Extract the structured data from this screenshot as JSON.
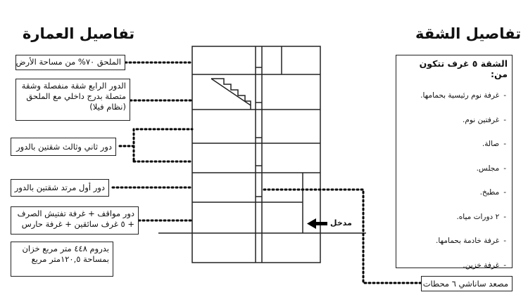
{
  "building_title": "تفاصيل العمارة",
  "apartment_title": "تفاصيل الشقة",
  "floors": [
    {
      "id": "annex",
      "label": "الملحق ٧٠% من مساحة الأرض"
    },
    {
      "id": "fourth",
      "label": "الدور الرابع شقة منفصلة وشقة متصلة بدرج داخلي مع الملحق (نظام فيلا)"
    },
    {
      "id": "second-third",
      "label": "دور ثاني وثالث شقتين بالدور"
    },
    {
      "id": "first",
      "label": "دور أول مرتد شقتين بالدور"
    },
    {
      "id": "ground",
      "label": "دور مواقف + غرفة تفتيش الصرف + ٥ غرف سائقين + غرفة حارس"
    },
    {
      "id": "basement",
      "label": "بدروم ٤٤٨ متر مربع خزان بمساحة ١٢٠,٥متر مربع"
    }
  ],
  "apartment": {
    "heading": "الشقة ٥ غرف تتكون من:",
    "items": [
      "غرفة نوم رئيسية بحمامها.",
      "غرفتين نوم.",
      "صالة.",
      "مجلس.",
      "مطبخ.",
      "٢ دورات مياه.",
      "غرفة خادمة بحمامها.",
      "غرفة خزين."
    ]
  },
  "entrance_label": "مدخل",
  "elevator_label": "مصعد ساناشي ٦ محطات"
}
